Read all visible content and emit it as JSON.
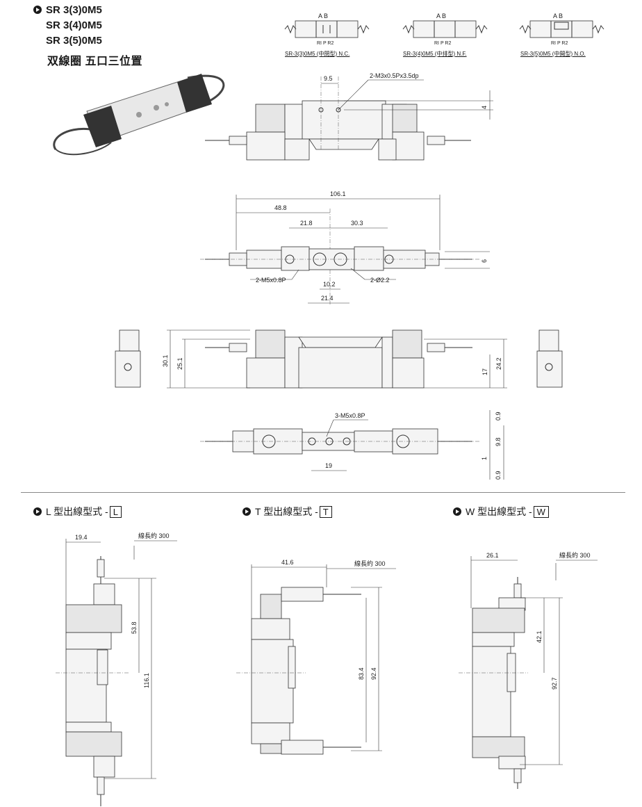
{
  "header": {
    "models": [
      "SR 3(3)0M5",
      "SR 3(4)0M5",
      "SR 3(5)0M5"
    ],
    "subtitle": "双線圈  五口三位置"
  },
  "symbols": [
    {
      "ports_top": "A B",
      "ports_bottom": "RI P R2",
      "label": "SR-3(3)0M5 (中閉型) N.C."
    },
    {
      "ports_top": "A B",
      "ports_bottom": "RI P R2",
      "label": "SR-3(4)0M5 (中排型) N.F."
    },
    {
      "ports_top": "A B",
      "ports_bottom": "RI P R2",
      "label": "SR-3(5)0M5 (中開型) N.O."
    }
  ],
  "dimensions": {
    "front": {
      "d1": "9.5",
      "thread": "2-M3x0.5Px3.5dp",
      "d2": "4"
    },
    "top": {
      "overall": "106.1",
      "d48": "48.8",
      "d21": "21.8",
      "d30": "30.3",
      "port": "2-M5x0.8P",
      "hole": "2-Ø2.2",
      "d10": "10.2",
      "d214": "21.4",
      "d6": "6"
    },
    "side": {
      "h301": "30.1",
      "h251": "25.1",
      "h17": "17",
      "h242": "24.2"
    },
    "bottom": {
      "port": "3-M5x0.8P",
      "d19": "19",
      "d09a": "0.9",
      "d98": "9.8",
      "d1": "1",
      "d09b": "0.9"
    }
  },
  "sections": [
    {
      "title": "L 型出線型式 -",
      "code": "L",
      "wire": "線長約 300",
      "d_a": "19.4",
      "d_b": "53.8",
      "d_c": "116.1"
    },
    {
      "title": "T 型出線型式 -",
      "code": "T",
      "wire": "線長約 300",
      "d_a": "41.6",
      "d_b": "83.4",
      "d_c": "92.4"
    },
    {
      "title": "W 型出線型式 -",
      "code": "W",
      "wire": "線長約 300",
      "d_a": "26.1",
      "d_b": "42.1",
      "d_c": "92.7"
    }
  ]
}
